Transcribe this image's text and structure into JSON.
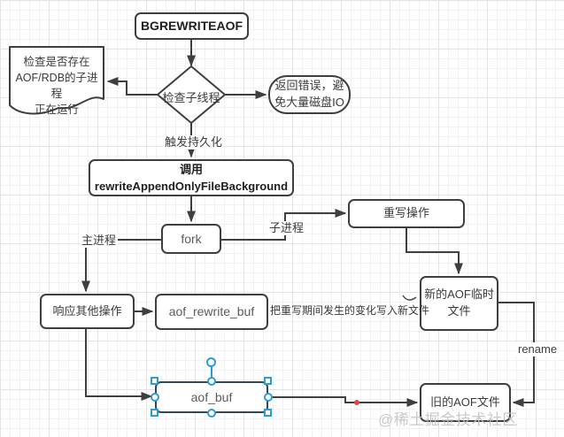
{
  "diagram": {
    "nodes": {
      "start": "BGREWRITEAOF",
      "check_existing": "检查是否存在\nAOF/RDB的子进程\n正在运行",
      "decision": "检查子线程",
      "return_error": "返回错误，避\n免大量磁盘IO",
      "call_fn": "调用\nrewriteAppendOnlyFileBackground",
      "fork": "fork",
      "rewrite_op": "重写操作",
      "new_aof_temp": "新的AOF临时\n文件",
      "respond_ops": "响应其他操作",
      "aof_rewrite_buf": "aof_rewrite_buf",
      "aof_buf": "aof_buf",
      "old_aof": "旧的AOF文件"
    },
    "labels": {
      "trigger": "触发持久化",
      "main_process": "主进程",
      "child_process": "子进程",
      "rename": "rename",
      "write_note": "把重写期间发生的变化写入新文件"
    },
    "watermark": "@稀土掘金技术社区",
    "colors": {
      "stroke": "#3F3F3F",
      "selection": "#2E9BD6",
      "selected_stroke": "#33475B",
      "waypoint": "#E24444"
    }
  }
}
